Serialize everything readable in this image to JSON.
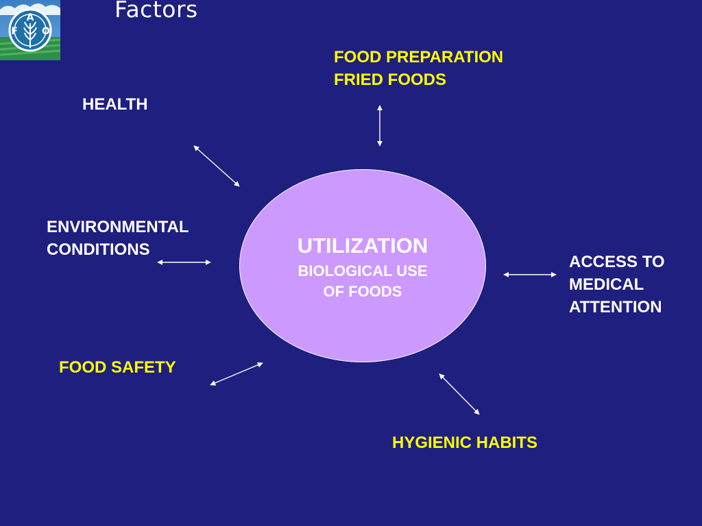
{
  "title": "Factors",
  "logo": {
    "letters": [
      "F",
      "A",
      "O"
    ]
  },
  "hub": {
    "title": "UTILIZATION",
    "subtitle_lines": [
      "BIOLOGICAL USE",
      "OF FOODS"
    ]
  },
  "factors": {
    "food_preparation": [
      "FOOD PREPARATION",
      "FRIED FOODS"
    ],
    "health": [
      "HEALTH"
    ],
    "environmental": [
      "ENVIRONMENTAL",
      "CONDITIONS"
    ],
    "access": [
      "ACCESS TO",
      "MEDICAL",
      "ATTENTION"
    ],
    "food_safety": [
      "FOOD SAFETY"
    ],
    "hygienic": [
      "HYGIENIC HABITS"
    ]
  },
  "colors": {
    "background": "#1f1f7f",
    "hub_fill": "#cc99ff",
    "highlight_text": "#ffff00",
    "normal_text": "#ffffff"
  }
}
